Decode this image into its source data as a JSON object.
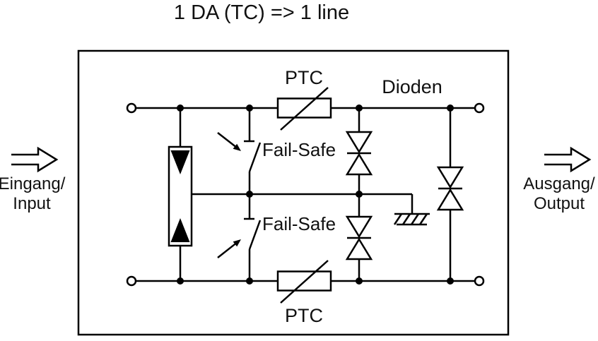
{
  "title": "1 DA (TC) => 1 line",
  "input": {
    "line1": "Eingang/",
    "line2": "Input"
  },
  "output": {
    "line1": "Ausgang/",
    "line2": "Output"
  },
  "components": {
    "ptc_top": "PTC",
    "ptc_bottom": "PTC",
    "dioden": "Dioden",
    "fail_safe_top": "Fail-Safe",
    "fail_safe_bottom": "Fail-Safe"
  },
  "icons": {
    "input_arrow": "block-arrow-right",
    "output_arrow": "block-arrow-right"
  },
  "colors": {
    "line": "#000000",
    "background": "#ffffff"
  }
}
